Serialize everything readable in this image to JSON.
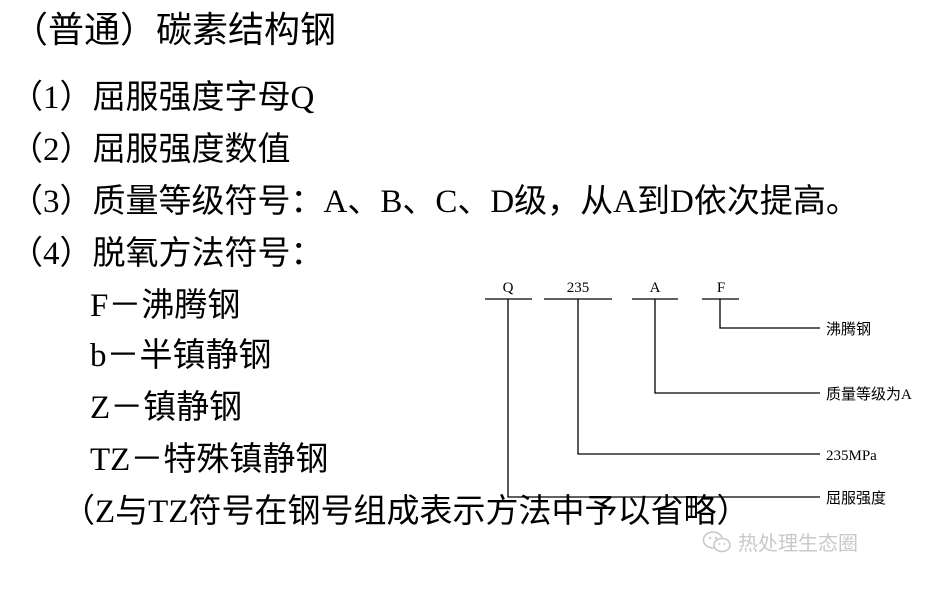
{
  "heading": "（普通）碳素结构钢",
  "items": [
    "（1）屈服强度字母Q",
    "（2）屈服强度数值",
    "（3）质量等级符号：A、B、C、D级，从A到D依次提高。",
    "（4）脱氧方法符号："
  ],
  "deoxidation": [
    "F－沸腾钢",
    "b－半镇静钢",
    "Z－镇静钢",
    "TZ－特殊镇静钢"
  ],
  "note": "（Z与TZ符号在钢号组成表示方法中予以省略）",
  "diagram": {
    "codes": [
      "Q",
      "235",
      "A",
      "F"
    ],
    "labels": [
      "沸腾钢",
      "质量等级为A",
      "235MPa",
      "屈服强度"
    ]
  },
  "watermark": {
    "text": "热处理生态圈",
    "icon": "wechat-icon"
  }
}
